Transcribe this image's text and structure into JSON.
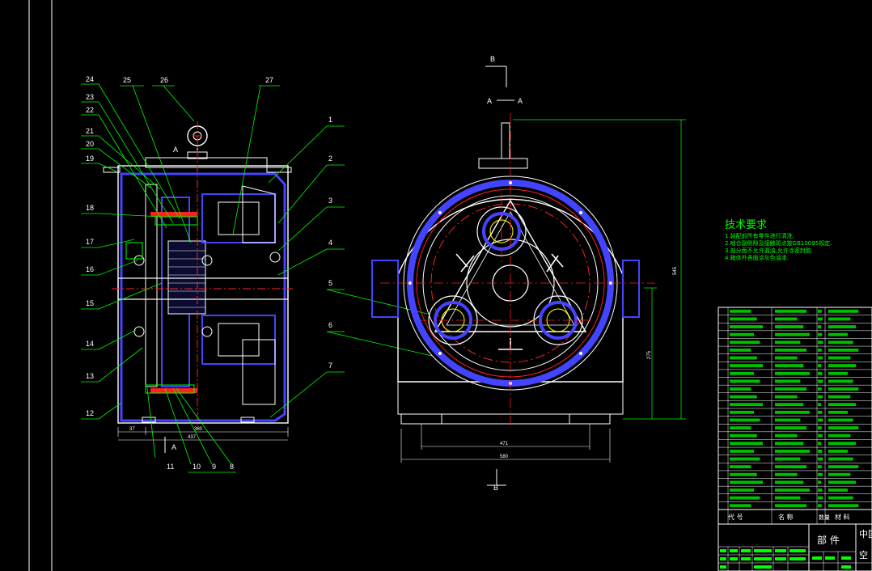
{
  "drawing": {
    "section_labels": {
      "A_top": "A",
      "A_bottom": "A",
      "B_top": "B",
      "B_bottom": "B",
      "AA_left": "A",
      "AA_right": "A"
    },
    "part_numbers_left": [
      "24",
      "23",
      "22",
      "21",
      "20",
      "19",
      "18",
      "17",
      "16",
      "15",
      "14",
      "13",
      "12"
    ],
    "part_numbers_top": [
      "25",
      "26",
      "27"
    ],
    "part_numbers_right": [
      "1",
      "2",
      "3",
      "4",
      "5",
      "6",
      "7"
    ],
    "part_numbers_bottom": [
      "11",
      "10",
      "9",
      "8"
    ],
    "dims_side": {
      "overall": "437",
      "inner": "380",
      "left_offset": "37"
    },
    "dims_front": {
      "width_inner": "471",
      "width_outer": "580",
      "height_total": "545",
      "height_axis": "275"
    }
  },
  "technical_requirements": {
    "title": "技术要求",
    "lines": [
      "1.装配前所有零件进行清洗.",
      "2.啮合副侧隙及接触斑点按GB10095规定.",
      "3.剖分面不允许漏油,允许涂密封胶.",
      "4.箱体外表面涂灰色油漆."
    ]
  },
  "title_block": {
    "header": {
      "code": "代 号",
      "name": "名 称",
      "qty": "数量",
      "material": "材 料"
    },
    "drawing_name": "部 件",
    "company": "中国",
    "corner_char": "空"
  },
  "colors": {
    "line_white": "#ffffff",
    "line_green": "#00ff00",
    "line_blue": "#4444ff",
    "line_red": "#ff2020",
    "line_yellow": "#ffff00",
    "line_cyan": "#00ffff",
    "line_magenta": "#ff00ff"
  }
}
